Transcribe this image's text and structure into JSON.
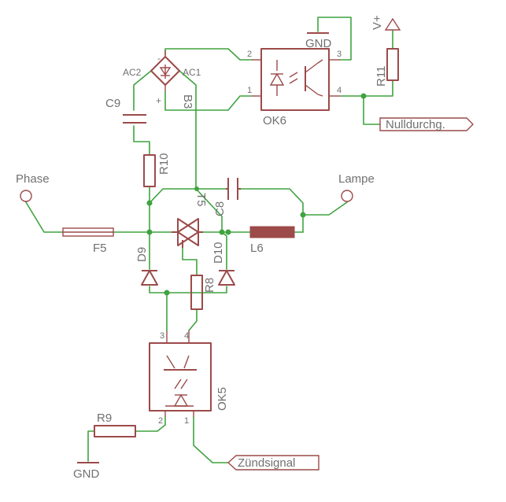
{
  "labels": {
    "phase": "Phase",
    "lampe": "Lampe",
    "f5": "F5",
    "l6": "L6",
    "d9": "D9",
    "d10": "D10",
    "t5": "T5",
    "c8": "C8",
    "c9": "C9",
    "r8": "R8",
    "r9": "R9",
    "r10": "R10",
    "r11": "R11",
    "b3": "B3",
    "ok5": "OK5",
    "ok6": "OK6",
    "ac1": "AC1",
    "ac2": "AC2",
    "bridge_minus": "-",
    "bridge_plus": "+",
    "gnd_top": "GND",
    "gnd_bottom": "GND",
    "vplus": "V+",
    "nulldurchgang": "Nulldurchg.",
    "zuendsignal": "Zündsignal"
  },
  "pins": {
    "ok6_1": "1",
    "ok6_2": "2",
    "ok6_3": "3",
    "ok6_4": "4",
    "ok5_1": "1",
    "ok5_2": "2",
    "ok5_3": "3",
    "ok5_4": "4"
  },
  "colors": {
    "wire": "#3fa33f",
    "component": "#9c4a4a",
    "label": "#707070"
  }
}
